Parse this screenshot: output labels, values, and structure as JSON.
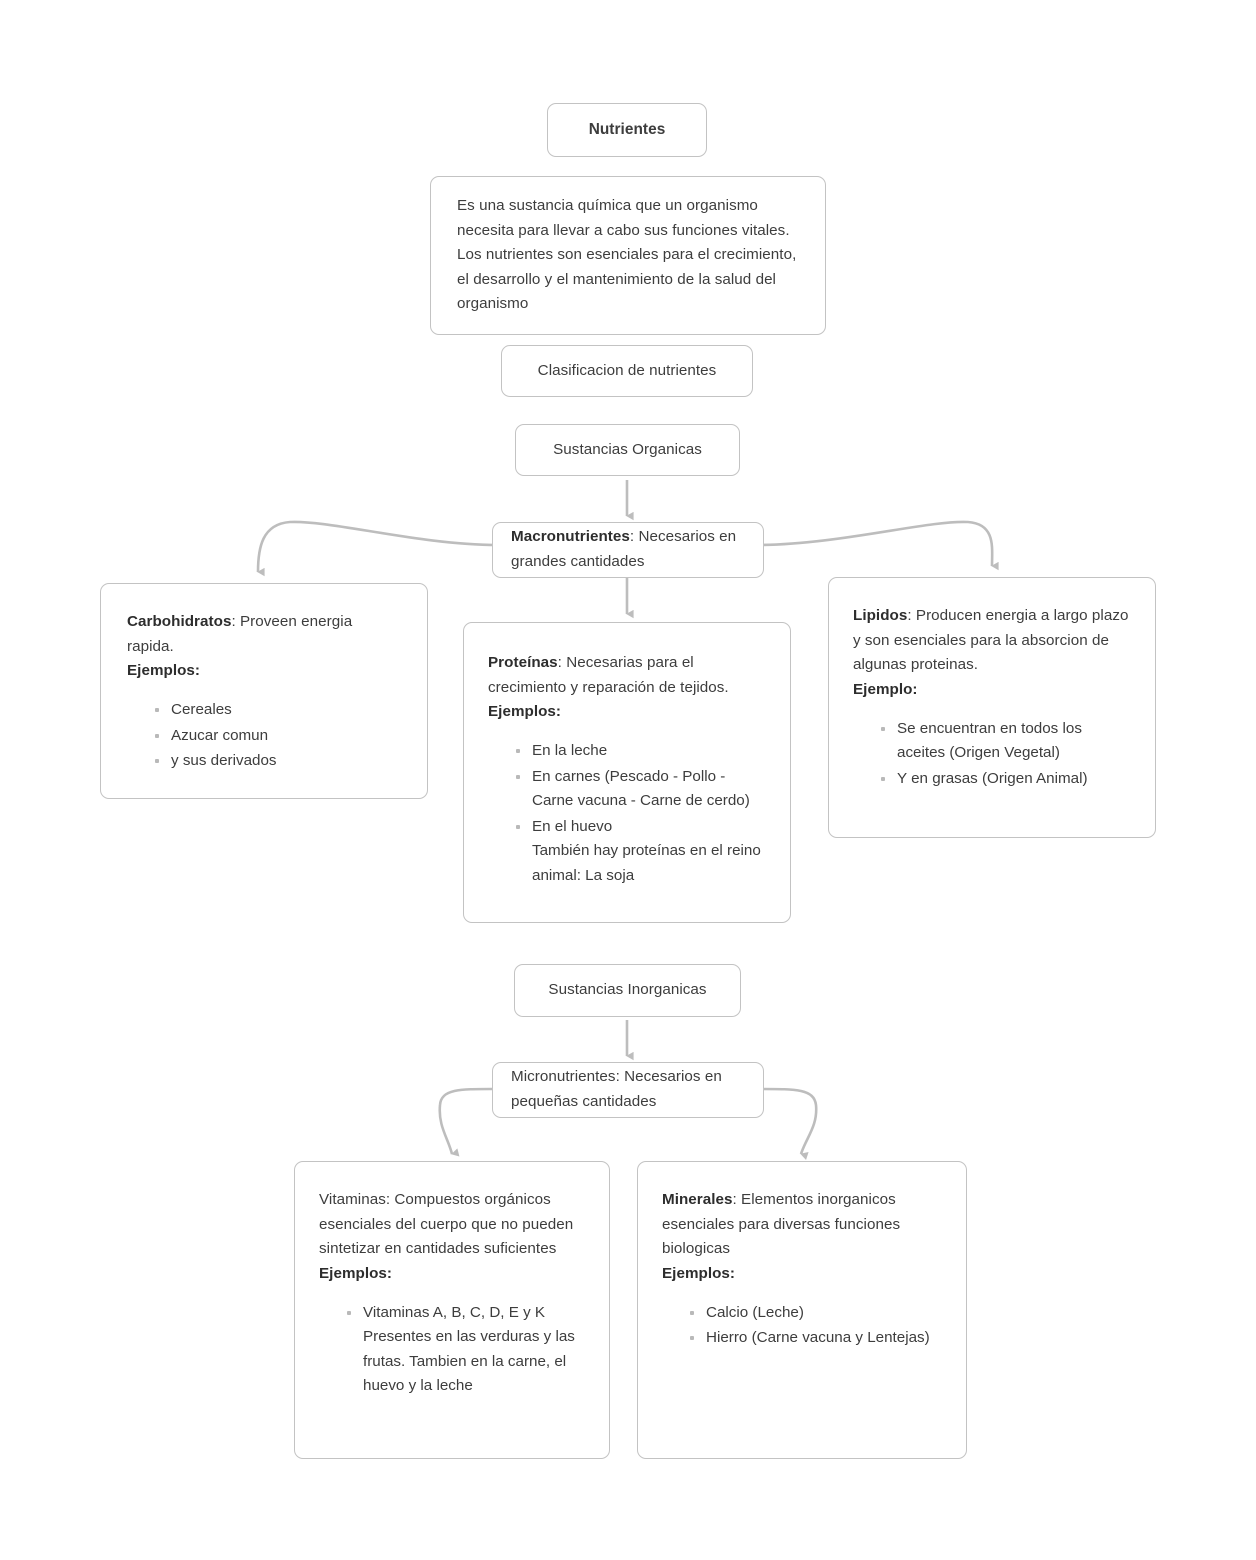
{
  "diagram": {
    "title": "Nutrientes",
    "type": "concept-map",
    "theme": {
      "background": "#ffffff",
      "node_border": "#c3c3c3",
      "node_fill": "#ffffff",
      "text": "#3d3d3d",
      "edge": "#bdbdbd",
      "bullet": "#b9b9b9"
    }
  },
  "nodes": {
    "root": {
      "label": "Nutrientes"
    },
    "definition": {
      "text": "Es una sustancia química que un organismo necesita para llevar a cabo sus funciones vitales. Los nutrientes son esenciales para el crecimiento, el desarrollo y el mantenimiento de la salud del organismo"
    },
    "clasificacion": {
      "label": "Clasificacion de nutrientes"
    },
    "organicas": {
      "label": "Sustancias Organicas"
    },
    "macronutrientes": {
      "bold_label": "Macronutrientes",
      "rest": ": Necesarios en grandes cantidades"
    },
    "carbohidratos": {
      "bold_label": "Carbohidratos",
      "rest": ": Proveen energia rapida.",
      "examples_label": "Ejemplos:",
      "items": [
        "Cereales",
        "Azucar comun",
        "y sus derivados"
      ]
    },
    "proteinas": {
      "bold_label": "Proteínas",
      "rest": ": Necesarias para el crecimiento y reparación de tejidos.",
      "examples_label": "Ejemplos:",
      "items": [
        "En la leche",
        "En carnes (Pescado - Pollo - Carne vacuna - Carne de cerdo)",
        "En el huevo\nTambién hay proteínas en el reino animal: La soja"
      ]
    },
    "lipidos": {
      "bold_label": "Lipidos",
      "rest": ": Producen energia a largo plazo y son esenciales para la absorcion de algunas proteinas.",
      "examples_label": "Ejemplo:",
      "items": [
        "Se encuentran en todos los aceites (Origen Vegetal)",
        "Y en grasas (Origen Animal)"
      ]
    },
    "inorganicas": {
      "label": "Sustancias Inorganicas"
    },
    "micronutrientes": {
      "label": "Micronutrientes: Necesarios en pequeñas cantidades"
    },
    "vitaminas": {
      "text": "Vitaminas: Compuestos orgánicos esenciales del cuerpo que no pueden sintetizar en cantidades suficientes",
      "examples_label": "Ejemplos:",
      "items": [
        "Vitaminas A, B, C, D, E y K\nPresentes en las verduras y las frutas. Tambien en la carne, el huevo y la leche"
      ]
    },
    "minerales": {
      "bold_label": "Minerales",
      "rest": ": Elementos inorganicos esenciales para diversas funciones biologicas",
      "examples_label": "Ejemplos:",
      "items": [
        "Calcio (Leche)",
        "Hierro (Carne vacuna y Lentejas)"
      ]
    }
  }
}
